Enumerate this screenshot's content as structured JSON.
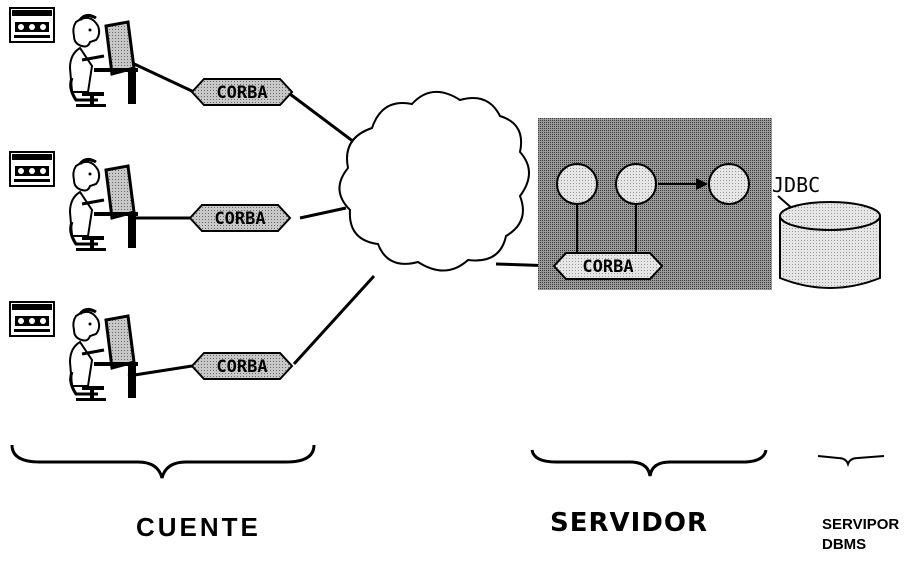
{
  "corba_tags": {
    "client1": "CORBA",
    "client2": "CORBA",
    "client3": "CORBA",
    "server": "CORBA"
  },
  "jdbc_label": "JDBC",
  "group_labels": {
    "client": "CUENTE",
    "server": "SERVIDOR",
    "dbms_line1": "SERVIPOR",
    "dbms_line2": "DBMS"
  },
  "colors": {
    "ink": "#000000",
    "server_box": "#7a7a7a",
    "tag_fill": "#c8c8c8",
    "node_fill": "#e8e8e8",
    "database_fill": "#d4d4d4"
  }
}
